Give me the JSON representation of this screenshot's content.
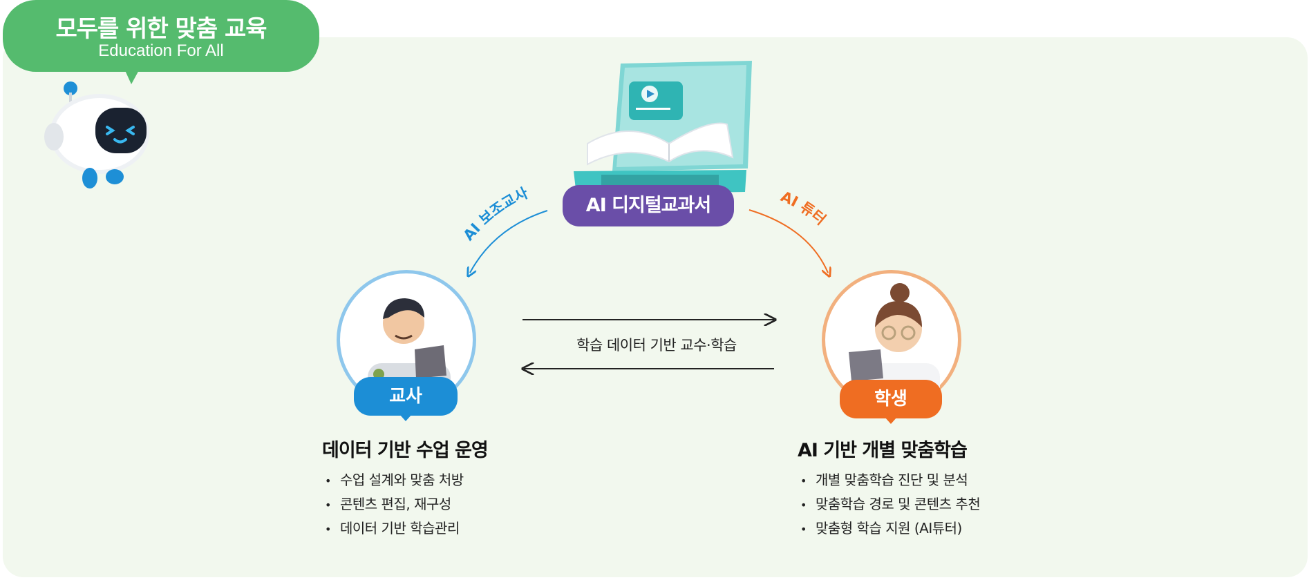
{
  "title": {
    "main": "모두를 위한 맞춤 교육",
    "sub": "Education For All"
  },
  "center": {
    "label": "AI 디지털교과서",
    "icon": "laptop-book-icon"
  },
  "arrows": {
    "left_label": "AI 보조교사",
    "right_label": "AI 튜터",
    "middle_label": "학습 데이터 기반 교수·학습"
  },
  "teacher": {
    "badge": "교사",
    "heading": "데이터 기반 수업 운영",
    "bullets": [
      "수업 설계와 맞춤 처방",
      "콘텐츠 편집, 재구성",
      "데이터 기반 학습관리"
    ]
  },
  "student": {
    "badge": "학생",
    "heading": "AI 기반 개별 맞춤학습",
    "bullets": [
      "개별 맞춤학습 진단 및 분석",
      "맞춤학습 경로 및 콘텐츠 추천",
      "맞춤형 학습 지원 (AI튜터)"
    ]
  },
  "colors": {
    "green": "#55bb6e",
    "purple": "#6a4ea8",
    "blue": "#1c8ed6",
    "orange": "#ef6d22",
    "panel_bg": "#f2f8ee"
  }
}
